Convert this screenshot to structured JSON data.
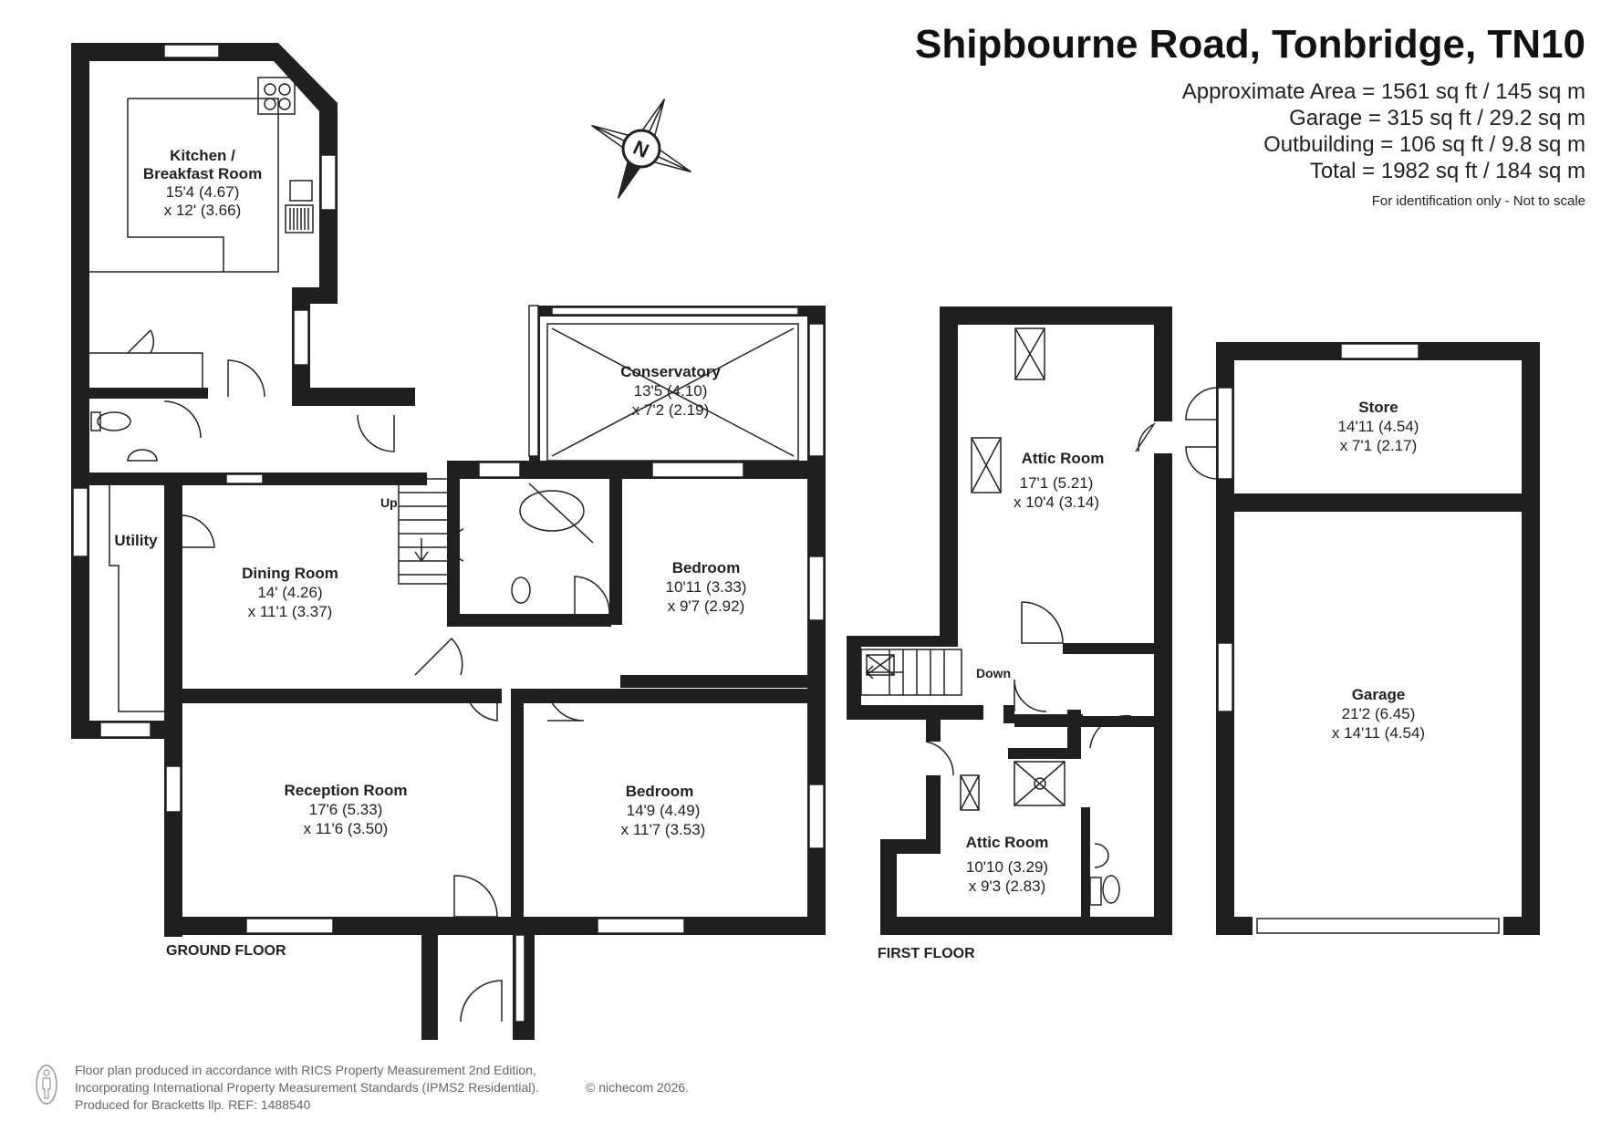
{
  "header": {
    "title": "Shipbourne Road, Tonbridge, TN10",
    "areas": [
      "Approximate Area = 1561 sq ft / 145 sq m",
      "Garage = 315 sq ft / 29.2 sq m",
      "Outbuilding = 106 sq ft / 9.8 sq m",
      "Total = 1982 sq ft / 184 sq m"
    ],
    "note": "For identification only - Not to scale"
  },
  "compass": {
    "label": "N"
  },
  "floors": {
    "ground": "GROUND FLOOR",
    "first": "FIRST FLOOR"
  },
  "rooms": {
    "kitchen": {
      "name1": "Kitchen /",
      "name2": "Breakfast Room",
      "dim1": "15'4 (4.67)",
      "dim2": "x 12' (3.66)"
    },
    "conservatory": {
      "name": "Conservatory",
      "dim1": "13'5 (4.10)",
      "dim2": "x 7'2 (2.19)"
    },
    "utility": {
      "name": "Utility"
    },
    "dining": {
      "name": "Dining Room",
      "dim1": "14' (4.26)",
      "dim2": "x 11'1 (3.37)"
    },
    "bedroom1": {
      "name": "Bedroom",
      "dim1": "10'11 (3.33)",
      "dim2": "x 9'7 (2.92)"
    },
    "reception": {
      "name": "Reception Room",
      "dim1": "17'6 (5.33)",
      "dim2": "x 11'6 (3.50)"
    },
    "bedroom2": {
      "name": "Bedroom",
      "dim1": "14'9 (4.49)",
      "dim2": "x 11'7 (3.53)"
    },
    "attic1": {
      "name": "Attic Room",
      "dim1": "17'1 (5.21)",
      "dim2": "x 10'4 (3.14)"
    },
    "attic2": {
      "name": "Attic Room",
      "dim1": "10'10 (3.29)",
      "dim2": "x 9'3 (2.83)"
    },
    "store": {
      "name": "Store",
      "dim1": "14'11 (4.54)",
      "dim2": "x 7'1 (2.17)"
    },
    "garage": {
      "name": "Garage",
      "dim1": "21'2 (6.45)",
      "dim2": "x 14'11 (4.54)"
    }
  },
  "stairs": {
    "up": "Up",
    "down": "Down"
  },
  "footer": {
    "lines": [
      "Floor plan produced in accordance with RICS Property Measurement 2nd Edition,",
      "Incorporating International Property Measurement Standards (IPMS2 Residential).",
      "Produced for Bracketts llp.   REF:  1488540"
    ],
    "copyright": "© nichecom 2026."
  }
}
